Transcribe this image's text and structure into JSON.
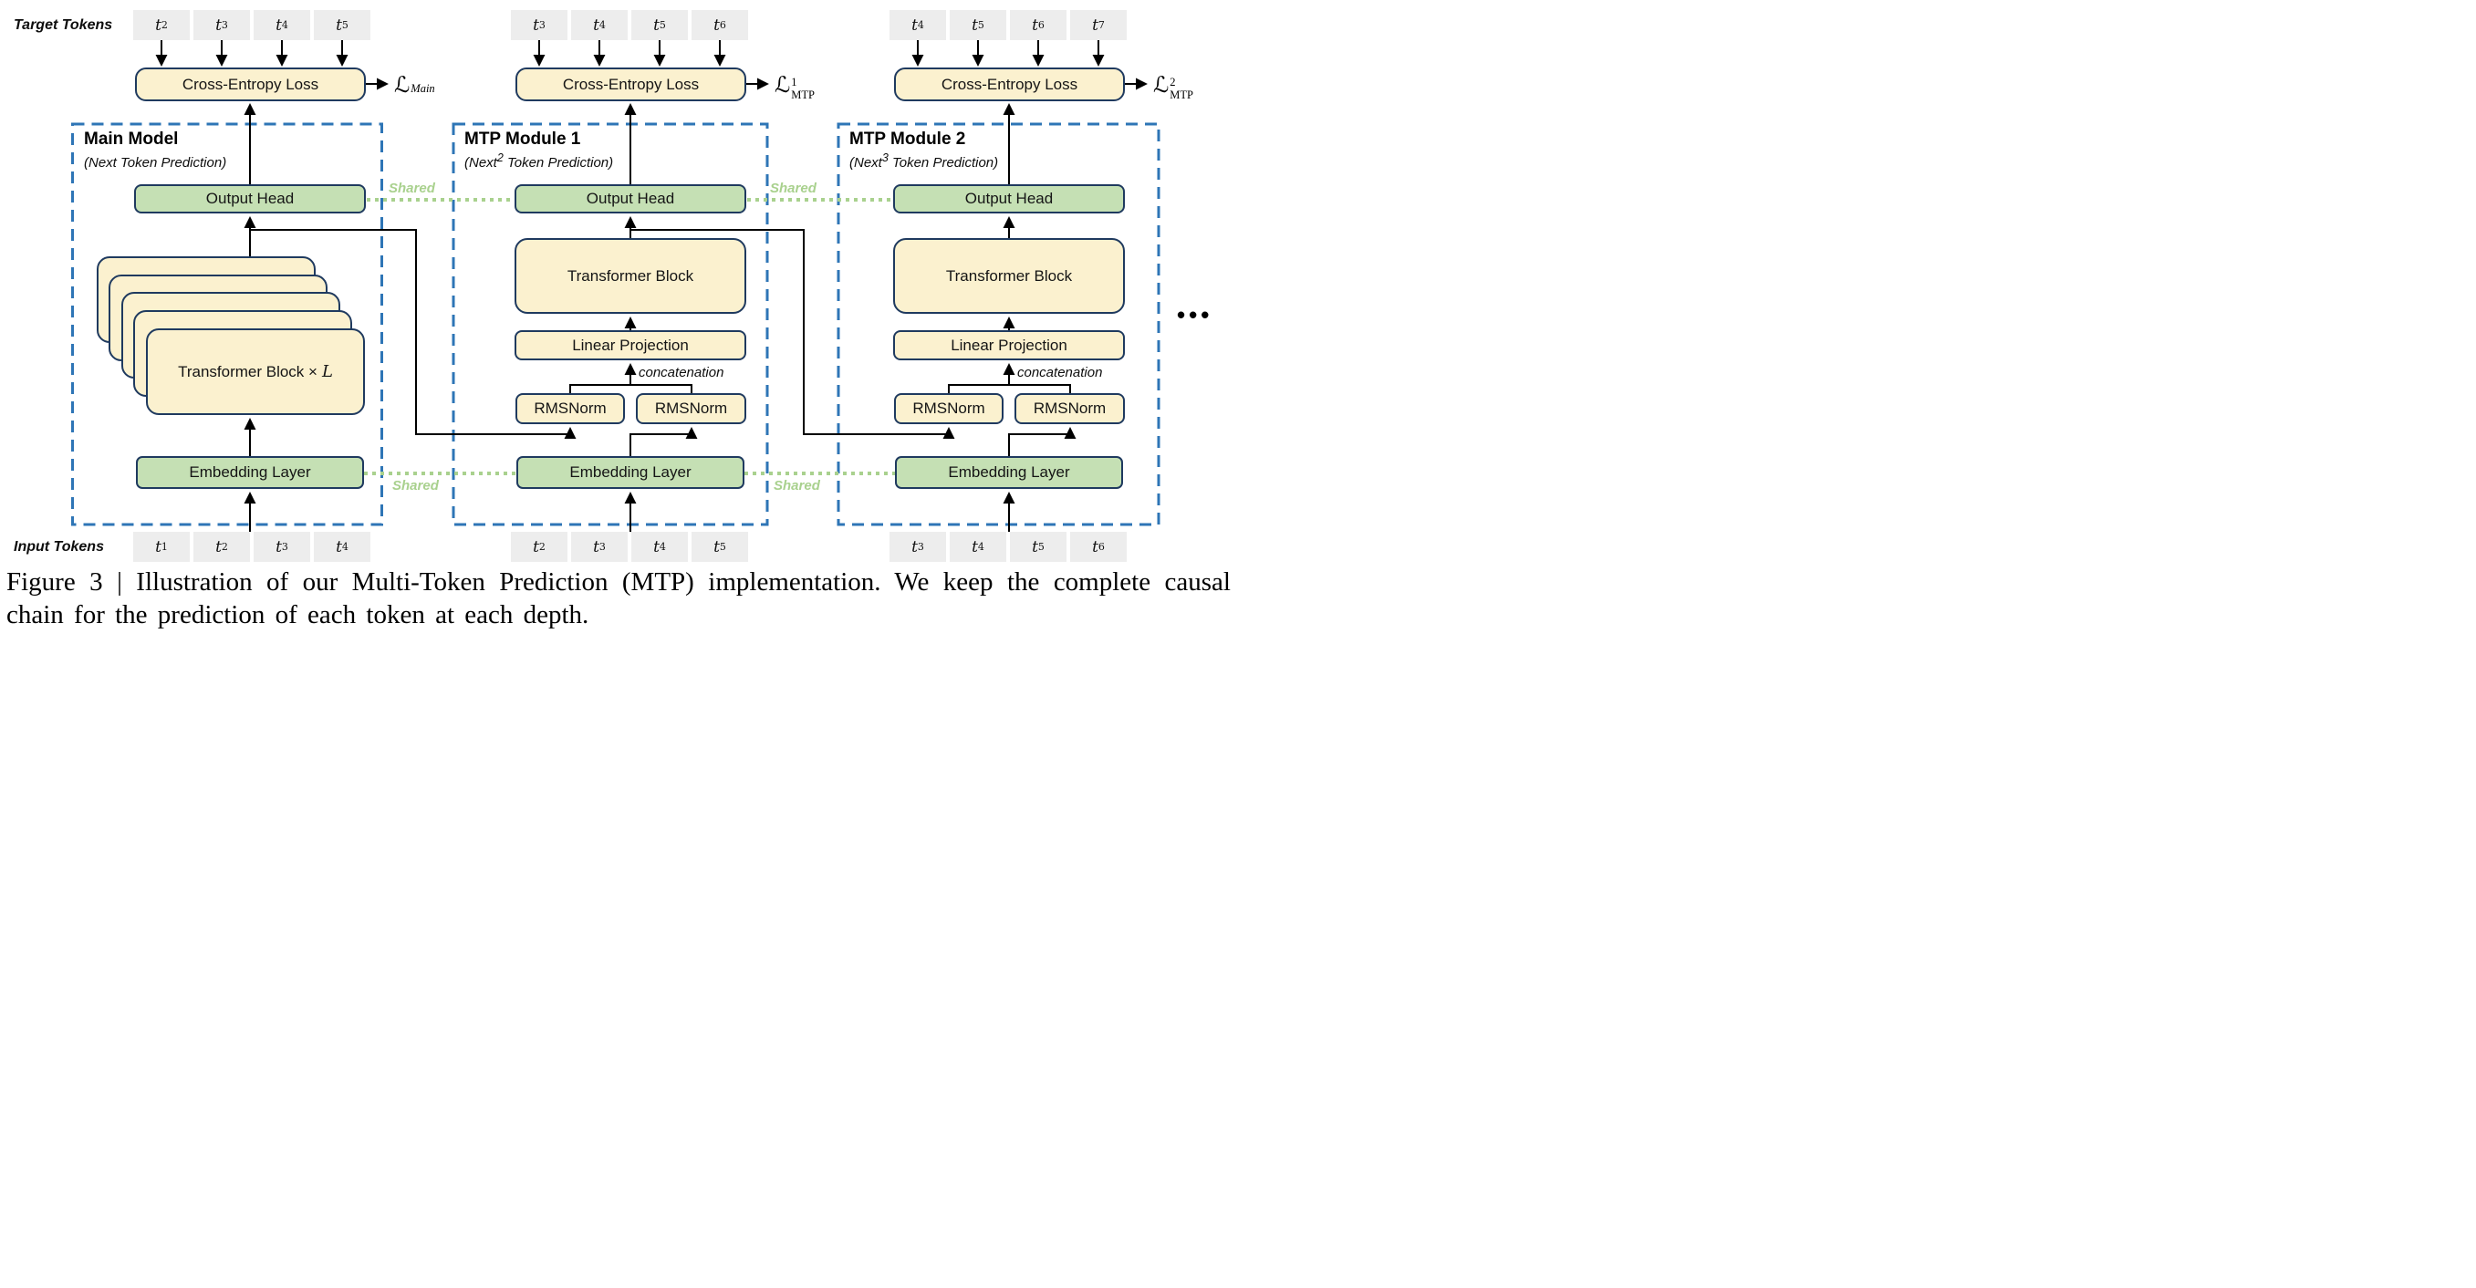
{
  "labels": {
    "target_tokens": "Target Tokens",
    "input_tokens": "Input Tokens",
    "shared": "Shared",
    "concatenation": "concatenation",
    "ellipsis": "•••"
  },
  "tokens": {
    "main_target": [
      "t2",
      "t3",
      "t4",
      "t5"
    ],
    "mtp1_target": [
      "t3",
      "t4",
      "t5",
      "t6"
    ],
    "mtp2_target": [
      "t4",
      "t5",
      "t6",
      "t7"
    ],
    "main_input": [
      "t1",
      "t2",
      "t3",
      "t4"
    ],
    "mtp1_input": [
      "t2",
      "t3",
      "t4",
      "t5"
    ],
    "mtp2_input": [
      "t3",
      "t4",
      "t5",
      "t6"
    ]
  },
  "losses": [
    {
      "script": "ℒ",
      "sup": "",
      "sub": "Main"
    },
    {
      "script": "ℒ",
      "sup": "1",
      "sub": "MTP"
    },
    {
      "script": "ℒ",
      "sup": "2",
      "sub": "MTP"
    }
  ],
  "modules": [
    {
      "title": "Main Model",
      "subtitle_pre": "(Next",
      "subtitle_sup": "",
      "subtitle_post": " Token Prediction)",
      "cross_entropy": "Cross-Entropy Loss",
      "output_head": "Output Head",
      "transformer_prefix": "Transformer Block ×",
      "transformer_var": "L",
      "embedding": "Embedding Layer"
    },
    {
      "title": "MTP Module 1",
      "subtitle_pre": "(Next",
      "subtitle_sup": "2",
      "subtitle_post": " Token Prediction)",
      "cross_entropy": "Cross-Entropy Loss",
      "output_head": "Output Head",
      "transformer": "Transformer Block",
      "linear": "Linear Projection",
      "rmsnorm_left": "RMSNorm",
      "rmsnorm_right": "RMSNorm",
      "embedding": "Embedding Layer"
    },
    {
      "title": "MTP Module 2",
      "subtitle_pre": "(Next",
      "subtitle_sup": "3",
      "subtitle_post": " Token Prediction)",
      "cross_entropy": "Cross-Entropy Loss",
      "output_head": "Output Head",
      "transformer": "Transformer Block",
      "linear": "Linear Projection",
      "rmsnorm_left": "RMSNorm",
      "rmsnorm_right": "RMSNorm",
      "embedding": "Embedding Layer"
    }
  ],
  "caption": "Figure 3 | Illustration of our Multi-Token Prediction (MTP) implementation.  We keep the complete causal chain for the prediction of each token at each depth.",
  "colors": {
    "block_fill": "#FBF1CF",
    "head_fill": "#C5E0B4",
    "block_border": "#1F3A5F",
    "module_dash": "#2E75B6",
    "shared_green": "#A9D18E",
    "token_fill": "#EDEDED"
  }
}
